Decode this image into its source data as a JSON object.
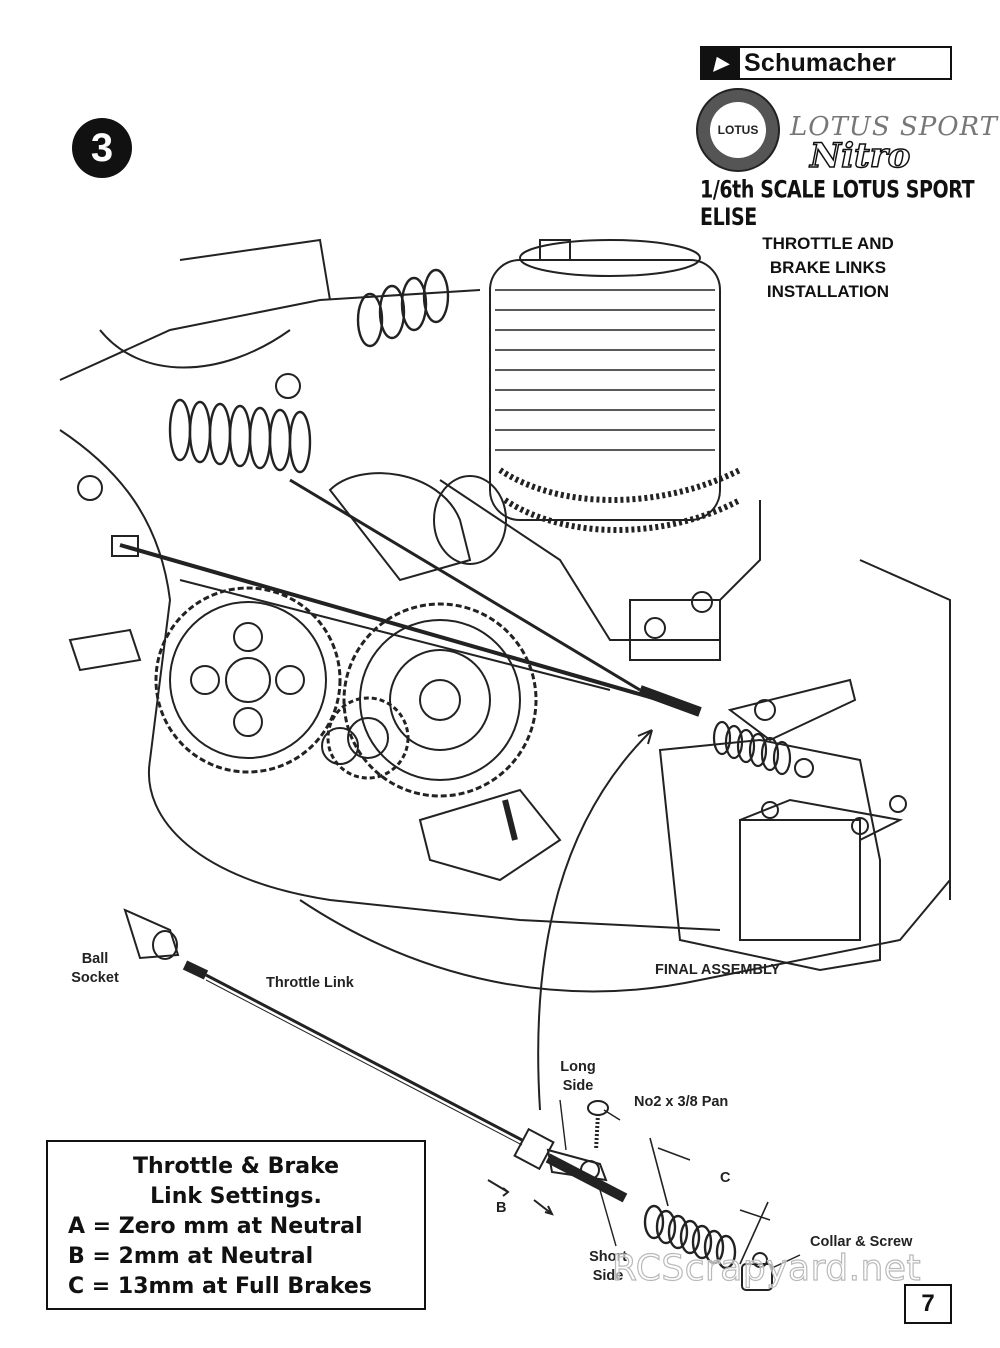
{
  "header": {
    "step_number": "3",
    "brand": "Schumacher",
    "lotus_badge": "LOTUS",
    "lotus_sport": "LOTUS SPORT",
    "nitro": "Nitro",
    "model_title": "1/6th SCALE LOTUS SPORT ELISE"
  },
  "section_title": [
    "THROTTLE AND",
    "BRAKE LINKS",
    "INSTALLATION"
  ],
  "final_assembly_label": "FINAL ASSEMBLY",
  "parts": {
    "ball_socket": [
      "Ball",
      "Socket"
    ],
    "throttle_link": "Throttle Link",
    "long_side": [
      "Long",
      "Side"
    ],
    "short_side": [
      "Short",
      "Side"
    ],
    "screw": "No2 x 3/8 Pan",
    "collar_screw": "Collar & Screw",
    "dim_b": "B",
    "dim_c": "C"
  },
  "settings": {
    "heading": [
      "Throttle & Brake",
      "Link Settings."
    ],
    "lines": [
      "A = Zero mm at Neutral",
      "B = 2mm at Neutral",
      "C = 13mm at Full Brakes"
    ]
  },
  "page_number": "7",
  "watermark": "RCScrapyard.net"
}
